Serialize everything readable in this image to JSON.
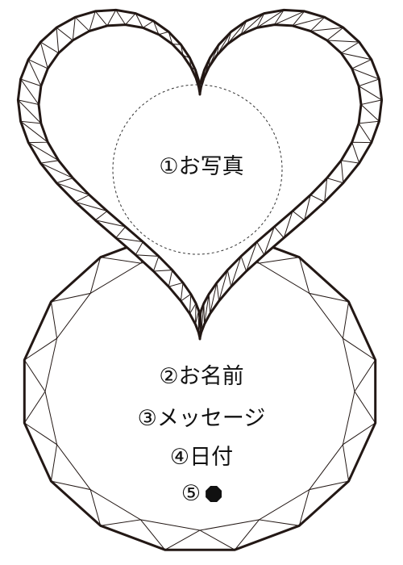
{
  "labels": {
    "photo": "①お写真",
    "name": "②お名前",
    "message": "③メッセージ",
    "date": "④日付",
    "mark_number": "⑤"
  },
  "icons": {
    "mark": "octagon-dot-icon"
  },
  "colors": {
    "line": "#231815",
    "text": "#111111",
    "background": "#ffffff"
  }
}
